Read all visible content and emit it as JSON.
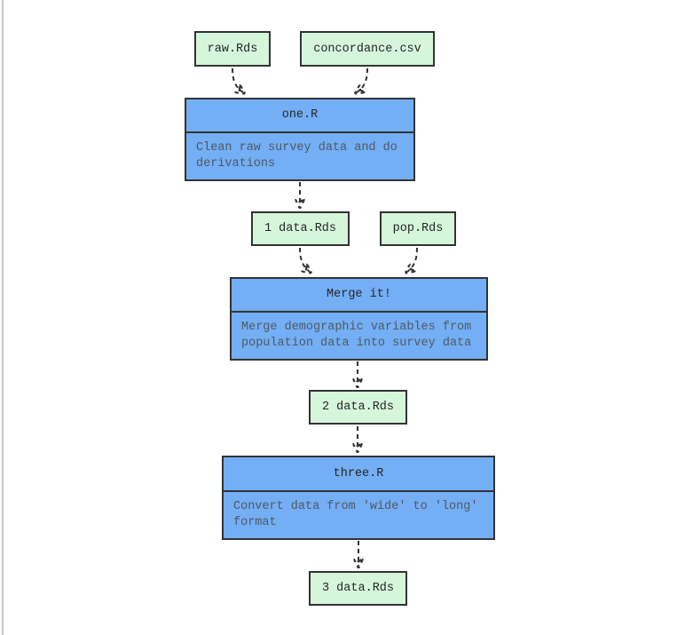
{
  "diagram": {
    "colors": {
      "file_fill": "#d6f6dc",
      "script_fill": "#74aef4",
      "border": "#333333",
      "title_text": "#262626",
      "desc_text": "#4e5a64",
      "edge": "#333333",
      "page_edge_line": "#c6c6c6"
    },
    "nodes": {
      "raw": {
        "type": "file",
        "label": "raw.Rds"
      },
      "concordance": {
        "type": "file",
        "label": "concordance.csv"
      },
      "one": {
        "type": "script",
        "title": "one.R",
        "desc": "Clean raw survey data and do derivations"
      },
      "data1": {
        "type": "file",
        "label": "1 data.Rds"
      },
      "pop": {
        "type": "file",
        "label": "pop.Rds"
      },
      "merge": {
        "type": "script",
        "title": "Merge it!",
        "desc": "Merge demographic variables from population data into survey data"
      },
      "data2": {
        "type": "file",
        "label": "2 data.Rds"
      },
      "three": {
        "type": "script",
        "title": "three.R",
        "desc": "Convert data from 'wide' to 'long' format"
      },
      "data3": {
        "type": "file",
        "label": "3 data.Rds"
      }
    },
    "edges": [
      {
        "from": "raw.Rds",
        "to": "one.R",
        "style": "dashed"
      },
      {
        "from": "concordance.csv",
        "to": "one.R",
        "style": "dashed"
      },
      {
        "from": "one.R",
        "to": "1 data.Rds",
        "style": "dashed"
      },
      {
        "from": "1 data.Rds",
        "to": "Merge it!",
        "style": "dashed"
      },
      {
        "from": "pop.Rds",
        "to": "Merge it!",
        "style": "dashed"
      },
      {
        "from": "Merge it!",
        "to": "2 data.Rds",
        "style": "dashed"
      },
      {
        "from": "2 data.Rds",
        "to": "three.R",
        "style": "dashed"
      },
      {
        "from": "three.R",
        "to": "3 data.Rds",
        "style": "dashed"
      }
    ]
  }
}
